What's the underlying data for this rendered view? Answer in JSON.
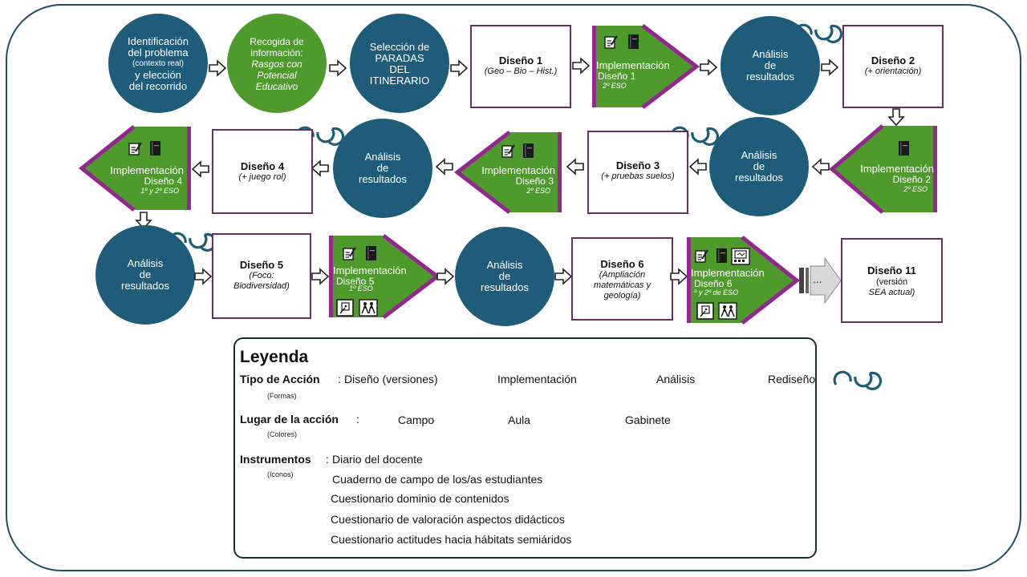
{
  "flow": {
    "n1": {
      "l1": "Identificación",
      "l2": "del problema",
      "l3": "(contexto real)",
      "l4": "y elección",
      "l5": "del recorrido"
    },
    "n2": {
      "l1": "Recogida de",
      "l2": "información:",
      "l3": "Rasgos con",
      "l4": "Potencial",
      "l5": "Educativo"
    },
    "n3": {
      "l1": "Selección de",
      "l2": "PARADAS",
      "l3": "DEL",
      "l4": "ITINERARIO"
    },
    "d1": {
      "title": "Diseño 1",
      "sub": "(Geo – Bio – Hist.)"
    },
    "i1": {
      "t1": "Implementación",
      "t2": "Diseño 1",
      "t3": "2º ESO"
    },
    "a1": {
      "l1": "Análisis",
      "l2": "de",
      "l3": "resultados"
    },
    "d2": {
      "title": "Diseño 2",
      "sub": "(+ orientación)"
    },
    "i2": {
      "t1": "Implementación",
      "t2": "Diseño 2",
      "t3": "2º ESO"
    },
    "a2": {
      "l1": "Análisis",
      "l2": "de",
      "l3": "resultados"
    },
    "d3": {
      "title": "Diseño 3",
      "sub": "(+ pruebas suelos)"
    },
    "i3": {
      "t1": "Implementación",
      "t2": "Diseño 3",
      "t3": "2º ESO"
    },
    "a3": {
      "l1": "Análisis",
      "l2": "de",
      "l3": "resultados"
    },
    "d4": {
      "title": "Diseño 4",
      "sub": "(+ juego rol)"
    },
    "i4": {
      "t1": "Implementación",
      "t2": "Diseño 4",
      "t3": "1º y 2º ESO"
    },
    "a4": {
      "l1": "Análisis",
      "l2": "de",
      "l3": "resultados"
    },
    "d5": {
      "title": "Diseño 5",
      "s1": "(Foco:",
      "s2": "Biodiversidad)"
    },
    "i5": {
      "t1": "Implementación",
      "t2": "Diseño 5",
      "t3": "1º ESO"
    },
    "a5": {
      "l1": "Análisis",
      "l2": "de",
      "l3": "resultados"
    },
    "d6": {
      "title": "Diseño 6",
      "s1": "(Ampliación",
      "s2": "matemáticas y",
      "s3": "geología)"
    },
    "i6": {
      "t1": "Implementación",
      "t2": "Diseño 6",
      "t3": "º y 2º de ESO"
    },
    "ellipsis": "...",
    "d11": {
      "title": "Diseño 11",
      "s1": "(versión",
      "s2": "SEA actual)"
    }
  },
  "legend": {
    "title": "Leyenda",
    "tipo": {
      "label": "Tipo de Acción",
      "colon": ":",
      "sub": "(Formas)",
      "items": [
        "Diseño (versiones)",
        "Implementación",
        "Análisis",
        "Rediseño"
      ]
    },
    "lugar": {
      "label": "Lugar de la acción",
      "colon": ":",
      "sub": "(Colores)",
      "items": [
        "Campo",
        "Aula",
        "Gabinete"
      ]
    },
    "instr": {
      "label": "Instrumentos",
      "colon": ":",
      "sub": "(Iconos)",
      "items": [
        "Diario del docente",
        "Cuaderno de campo de los/as estudiantes",
        "Cuestionario dominio de contenidos",
        "Cuestionario de valoración aspectos didácticos",
        "Cuestionario actitudes hacia hábitats semiáridos"
      ]
    }
  },
  "colors": {
    "campo": "#4e9a2c",
    "aula": "#93278f",
    "gabinete": "#1f5c7a",
    "border": "#1f4e66"
  },
  "icons": [
    "notebook-pencil-icon",
    "diary-book-icon",
    "content-quiz-icon",
    "didactic-quiz-icon",
    "attitude-quiz-icon",
    "redesign-loop-icon"
  ]
}
